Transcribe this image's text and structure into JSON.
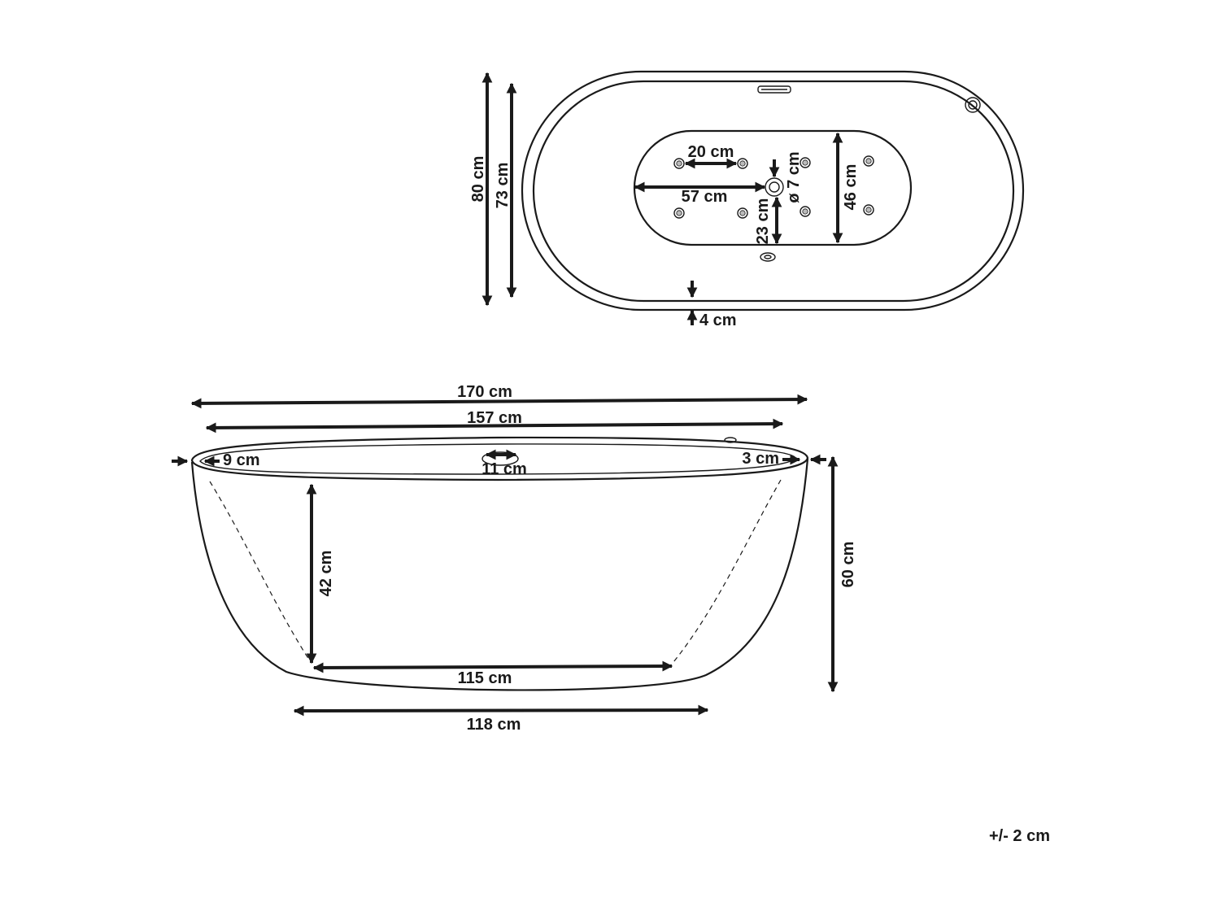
{
  "top_view": {
    "outer_width": "80 cm",
    "inner_width": "73 cm",
    "jet_spacing": "20 cm",
    "base_length": "57 cm",
    "drain_diameter": "ø 7 cm",
    "drain_offset": "23 cm",
    "base_width": "46 cm",
    "rim_thickness": "4 cm"
  },
  "side_view": {
    "overall_length": "170 cm",
    "inner_length": "157 cm",
    "left_rim": "9 cm",
    "right_rim": "3 cm",
    "overflow_width": "11 cm",
    "inner_depth": "42 cm",
    "overall_height": "60 cm",
    "bottom_inner_length": "115 cm",
    "bottom_length": "118 cm"
  },
  "tolerance": "+/- 2 cm"
}
